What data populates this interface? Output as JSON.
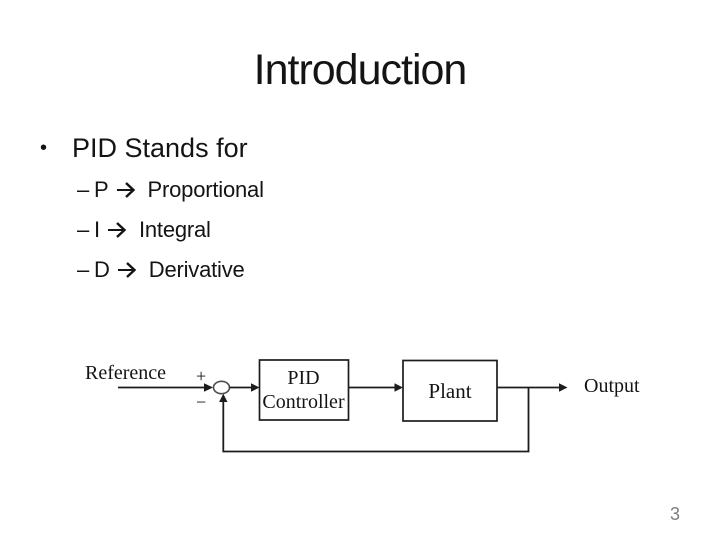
{
  "slide": {
    "title": "Introduction",
    "page_number": "3",
    "bullets": {
      "marker": "•",
      "heading": "PID Stands for",
      "sub_marker": "–",
      "items": [
        {
          "letter": "P",
          "arrow": "→",
          "term": "Proportional"
        },
        {
          "letter": "I",
          "arrow": "→",
          "term": "Integral"
        },
        {
          "letter": "D",
          "arrow": "→",
          "term": "Derivative"
        }
      ]
    },
    "diagram": {
      "reference_label": "Reference",
      "plus_sign": "+",
      "minus_sign": "−",
      "controller_label_line1": "PID",
      "controller_label_line2": "Controller",
      "plant_label": "Plant",
      "output_label": "Output",
      "icons": {
        "sub_item_arrow": "right-arrow-icon",
        "signal_arrowheads": "filled-triangle-arrowhead-icon"
      }
    },
    "colors": {
      "background": "#ffffff",
      "text": "#141414",
      "diagram_line": "#1c1c1c",
      "junction_stroke": "#4d4d4d",
      "page_number": "#7d7d7d"
    }
  }
}
